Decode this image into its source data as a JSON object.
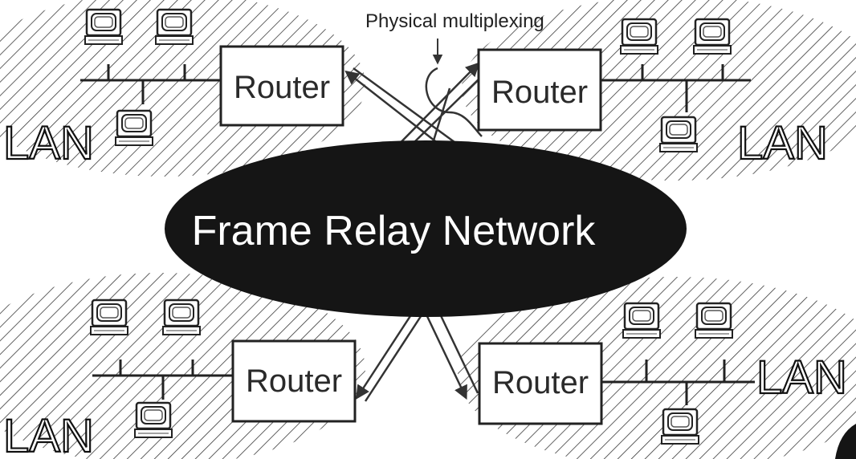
{
  "network_label": "Frame Relay Network",
  "multiplex_label": "Physical multiplexing",
  "router_label": "Router",
  "lan_label": "LAN",
  "sites": [
    {
      "id": "top-left",
      "router": "Router",
      "lan": "LAN"
    },
    {
      "id": "top-right",
      "router": "Router",
      "lan": "LAN"
    },
    {
      "id": "bottom-left",
      "router": "Router",
      "lan": "LAN"
    },
    {
      "id": "bottom-right",
      "router": "Router",
      "lan": "LAN"
    }
  ],
  "colors": {
    "cloud": "#151515",
    "hatch": "#3a3a3a",
    "ink": "#1a1a1a",
    "background": "#ffffff"
  }
}
